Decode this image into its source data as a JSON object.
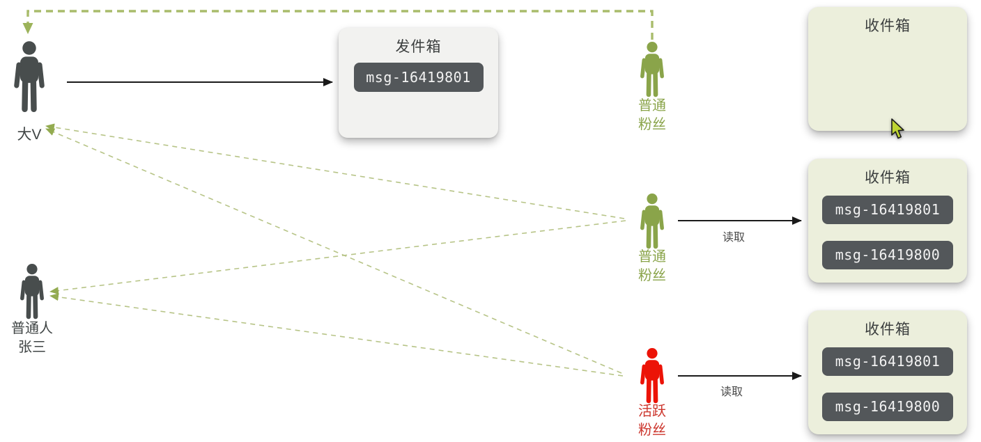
{
  "diagram": {
    "outbox": {
      "title": "发件箱",
      "messages": [
        "msg-16419801"
      ]
    },
    "inboxes": [
      {
        "title": "收件箱",
        "messages": []
      },
      {
        "title": "收件箱",
        "messages": [
          "msg-16419801",
          "msg-16419800"
        ]
      },
      {
        "title": "收件箱",
        "messages": [
          "msg-16419801",
          "msg-16419800"
        ]
      }
    ],
    "actors": {
      "big_v": {
        "label": "大V"
      },
      "ordinary_person": {
        "line1": "普通人",
        "line2": "张三"
      },
      "fan_top": {
        "line1": "普通",
        "line2": "粉丝"
      },
      "fan_middle": {
        "line1": "普通",
        "line2": "粉丝"
      },
      "fan_active": {
        "line1": "活跃",
        "line2": "粉丝"
      }
    },
    "edge_labels": {
      "read_middle": "读取",
      "read_bottom": "读取"
    },
    "colors": {
      "fan_green": "#8aa44a",
      "active_red": "#ec1307",
      "red_label": "#cc352c",
      "person_dark": "#484d4d",
      "dash_olive_thick": "#a9bc6b",
      "dash_olive_thin": "#b7c487",
      "pill_bg": "#53575a",
      "pill_text": "#f2f2f2",
      "outbox_bg": "#f2f2f0",
      "inbox_bg": "#ecefdc",
      "arrow_black": "#1a1a1a",
      "cursor_fill": "#bed433"
    }
  }
}
